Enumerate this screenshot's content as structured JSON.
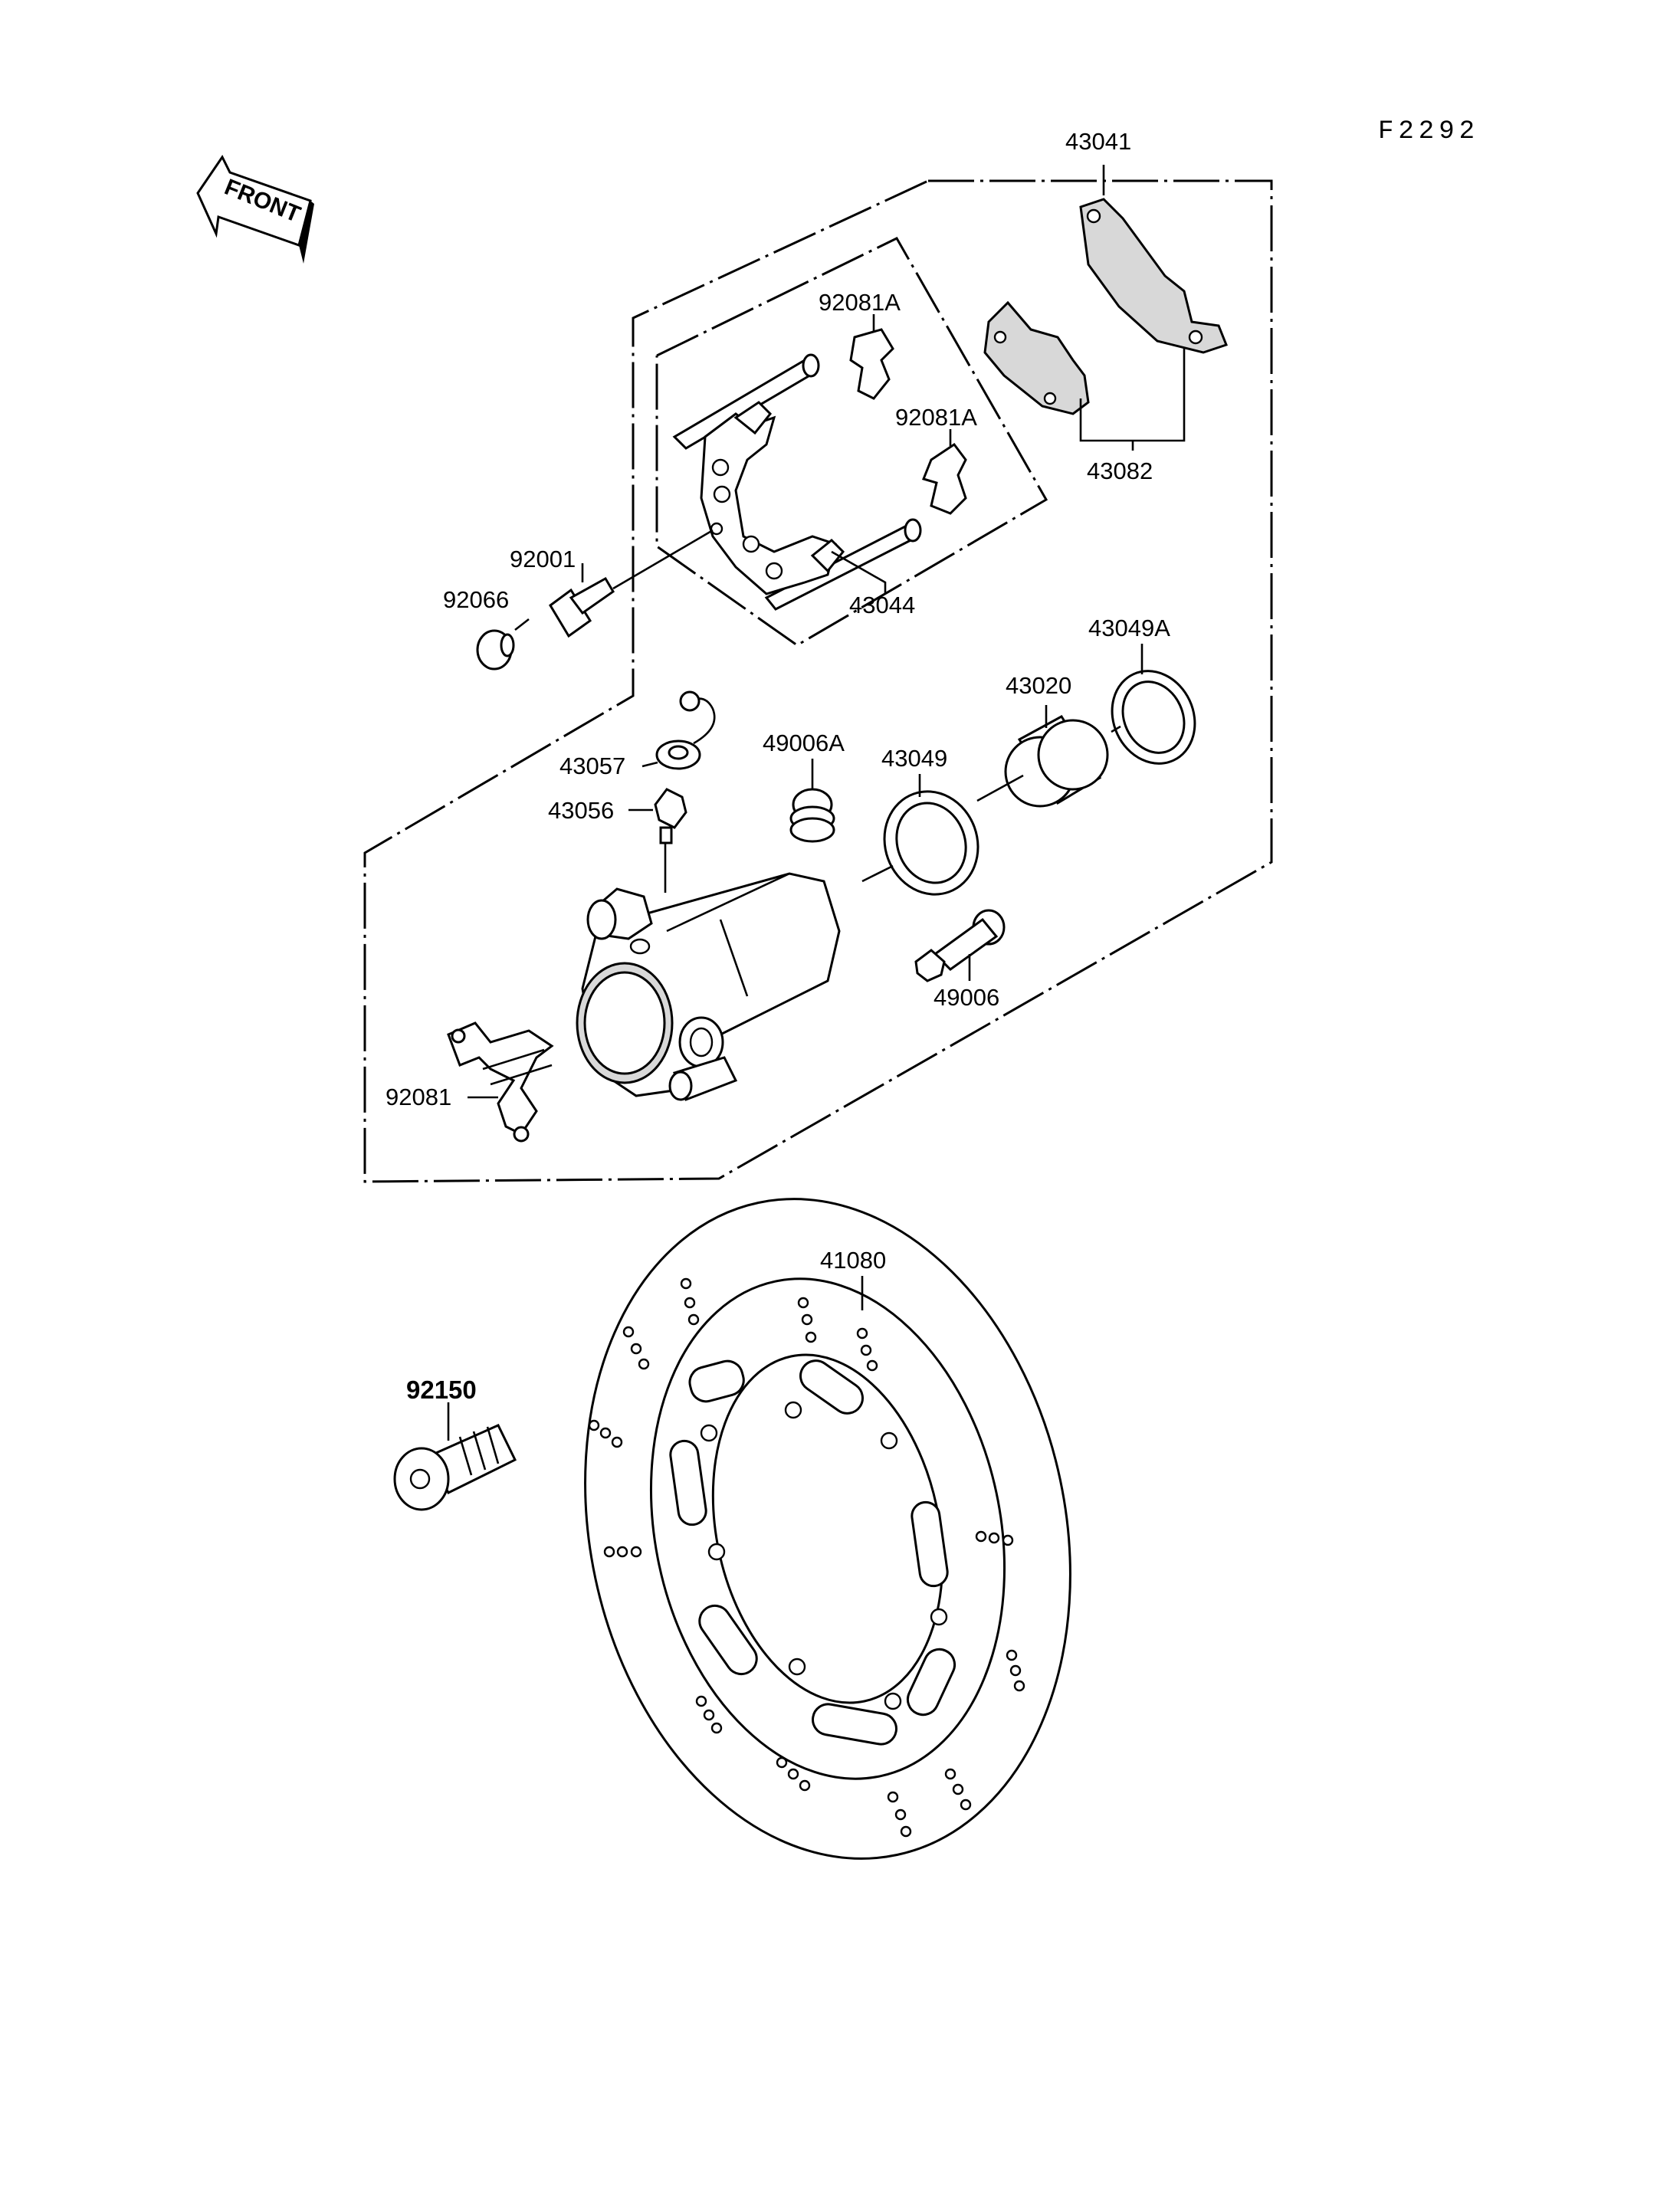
{
  "figure_code": "F2292",
  "direction_label": "FRONT",
  "labels": {
    "p43041": "43041",
    "p43082": "43082",
    "p92081A_top": "92081A",
    "p92081A_mid": "92081A",
    "p43044": "43044",
    "p92001": "92001",
    "p92066": "92066",
    "p43049A": "43049A",
    "p43020": "43020",
    "p43049": "43049",
    "p49006A": "49006A",
    "p43057": "43057",
    "p43056": "43056",
    "p49006": "49006",
    "p92081": "92081",
    "p41080": "41080",
    "p92150": "92150"
  }
}
